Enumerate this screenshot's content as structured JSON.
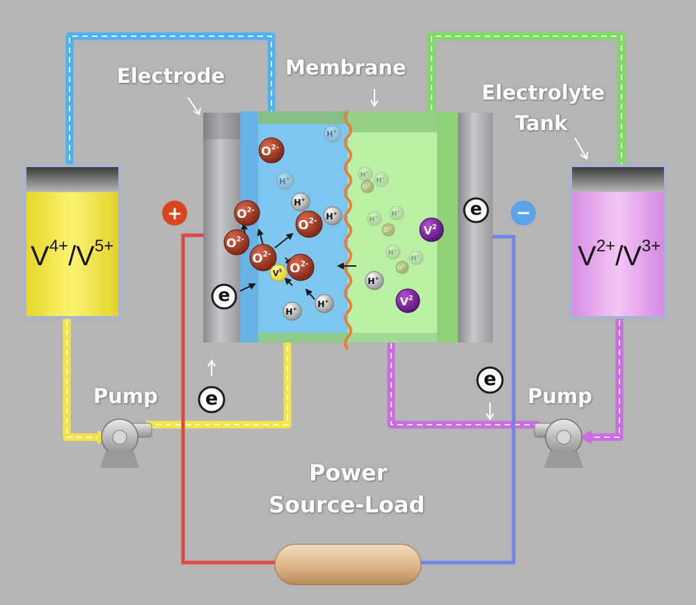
{
  "labels": {
    "electrode": "Electrode",
    "membrane": "Membrane",
    "electrolyte_tank_line1": "Electrolyte",
    "electrolyte_tank_line2": "Tank",
    "pump_left": "Pump",
    "pump_right": "Pump",
    "power_line1": "Power",
    "power_line2": "Source-Load"
  },
  "tanks": {
    "left": {
      "base1": "V",
      "sup1": "4+",
      "sep": "/",
      "base2": "V",
      "sup2": "5+"
    },
    "right": {
      "base1": "V",
      "sup1": "2+",
      "sep": "/",
      "base2": "V",
      "sup2": "3+"
    }
  },
  "terminals": {
    "positive": "+",
    "negative": "−"
  },
  "ions": {
    "electron": "e",
    "oxygen": "O",
    "oxygen_charge": "2-",
    "hydrogen": "H",
    "hydrogen_charge": "+",
    "vanadium": "V",
    "vanadium_charge": "2",
    "vanadium_small": "V",
    "vanadium_small_charge": "5"
  },
  "colors": {
    "background": "#b5b5b5",
    "left_tank": "#f2e93e",
    "right_tank": "#e7a4ef",
    "left_half_cell": "#7cc6ef",
    "right_half_cell": "#b9f0a4",
    "membrane": "#e37f3f",
    "blue_pipe": "#4fb0f2",
    "green_pipe": "#7bdc62",
    "yellow_pipe": "#f4e44a",
    "purple_pipe": "#c86ee0",
    "red_wire": "#d94a47",
    "blue_wire": "#6f84e6",
    "positive_terminal": "#d9451f",
    "negative_terminal": "#5aa3e8",
    "load": "#e5c29a"
  }
}
